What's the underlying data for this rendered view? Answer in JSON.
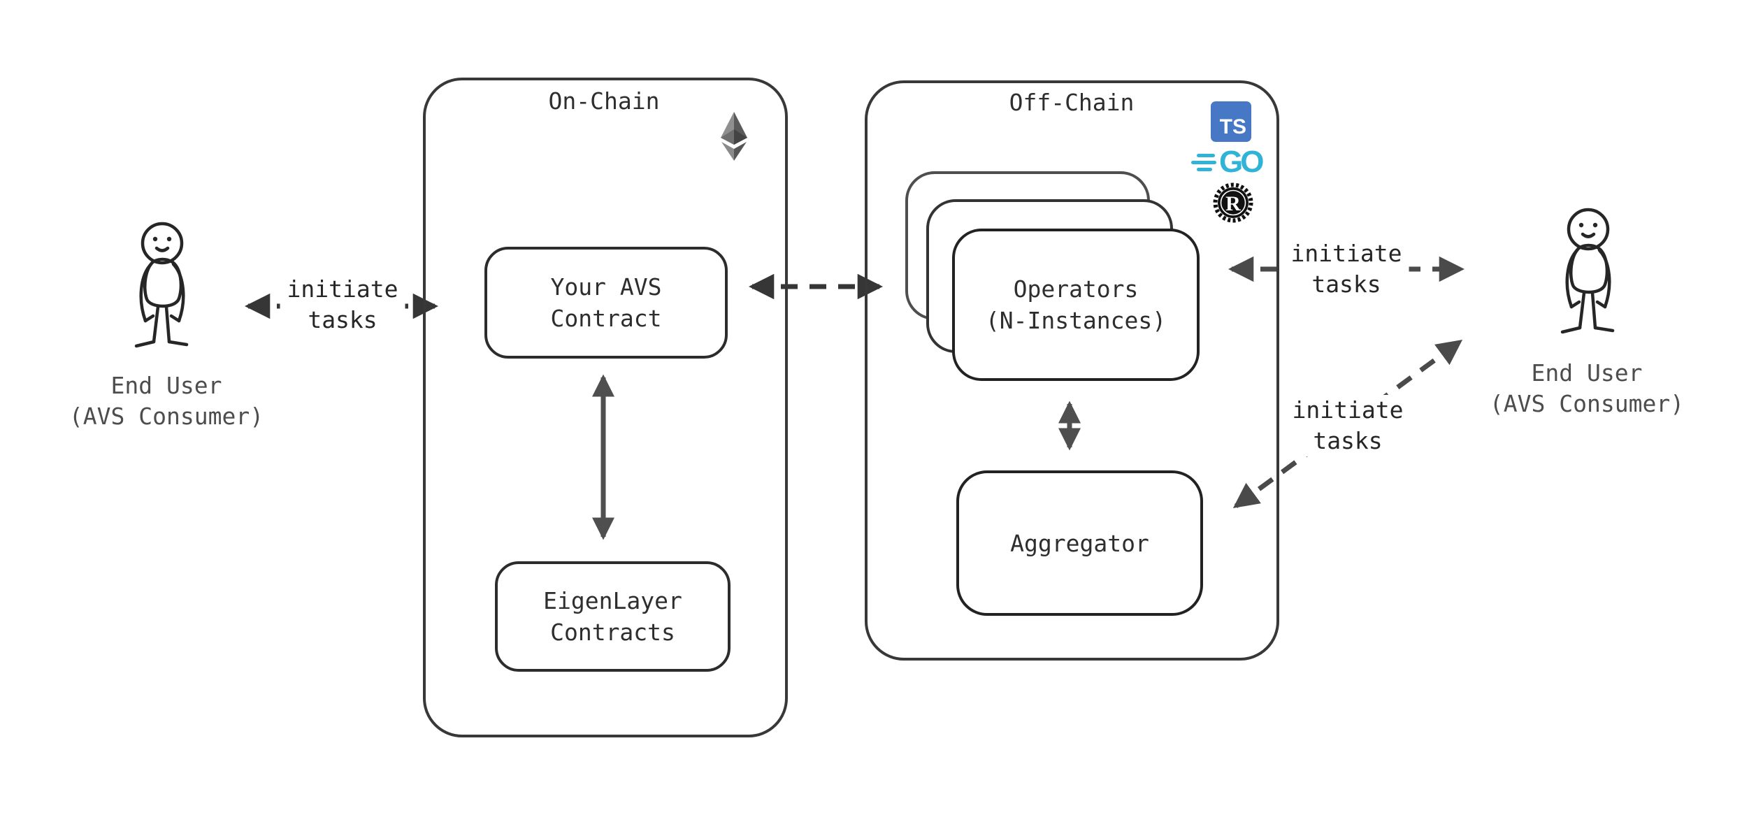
{
  "diagram": {
    "title_hint": "AVS architecture diagram (hand-drawn style)",
    "background": "#ffffff"
  },
  "groups": {
    "on_chain": {
      "title": "On-Chain",
      "nodes": {
        "avs_contract": {
          "label": "Your AVS\nContract"
        },
        "eigenlayer": {
          "label": "EigenLayer\nContracts"
        }
      }
    },
    "off_chain": {
      "title": "Off-Chain",
      "nodes": {
        "operators": {
          "label": "Operators\n(N-Instances)"
        },
        "aggregator": {
          "label": "Aggregator"
        }
      }
    }
  },
  "actors": {
    "left": {
      "line1": "End User",
      "line2": "(AVS Consumer)"
    },
    "right": {
      "line1": "End User",
      "line2": "(AVS Consumer)"
    }
  },
  "labels": {
    "initiate_left": {
      "line1": "initiate",
      "line2": "tasks"
    },
    "initiate_top_right": {
      "line1": "initiate",
      "line2": "tasks"
    },
    "initiate_bottom_right": {
      "line1": "initiate",
      "line2": "tasks"
    }
  },
  "icons": {
    "ethereum": {
      "name": "ethereum-logo"
    },
    "typescript": {
      "text": "TS",
      "color": "#4778c5"
    },
    "go": {
      "text": "GO",
      "color": "#2fb3d6"
    },
    "rust": {
      "text": "R",
      "color": "#111111"
    }
  },
  "colors": {
    "stroke_dark": "#2c2c2c",
    "stroke_group": "#383838",
    "arrow_dashed": "#363636",
    "arrow_gray": "#4a4a4a",
    "arrow_solid": "#4f4f4f",
    "text_primary": "#2e2e2e",
    "text_actor": "#4d4d4d"
  }
}
